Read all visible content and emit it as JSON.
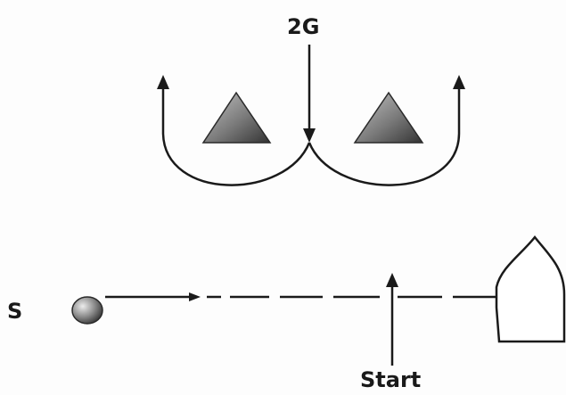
{
  "labels": {
    "top_marker": "2G",
    "side_marker": "S",
    "start_marker": "Start"
  },
  "colors": {
    "stroke": "#1a1a1a",
    "cone_light": "#b5b5b5",
    "cone_dark": "#3a3a3a",
    "ball_light": "#e6e6e6",
    "ball_dark": "#3c3c3c"
  },
  "icons": {
    "cones": [
      "triangle-cone-icon",
      "triangle-cone-icon"
    ],
    "ball": "ball-icon",
    "boat": "boat-icon"
  }
}
